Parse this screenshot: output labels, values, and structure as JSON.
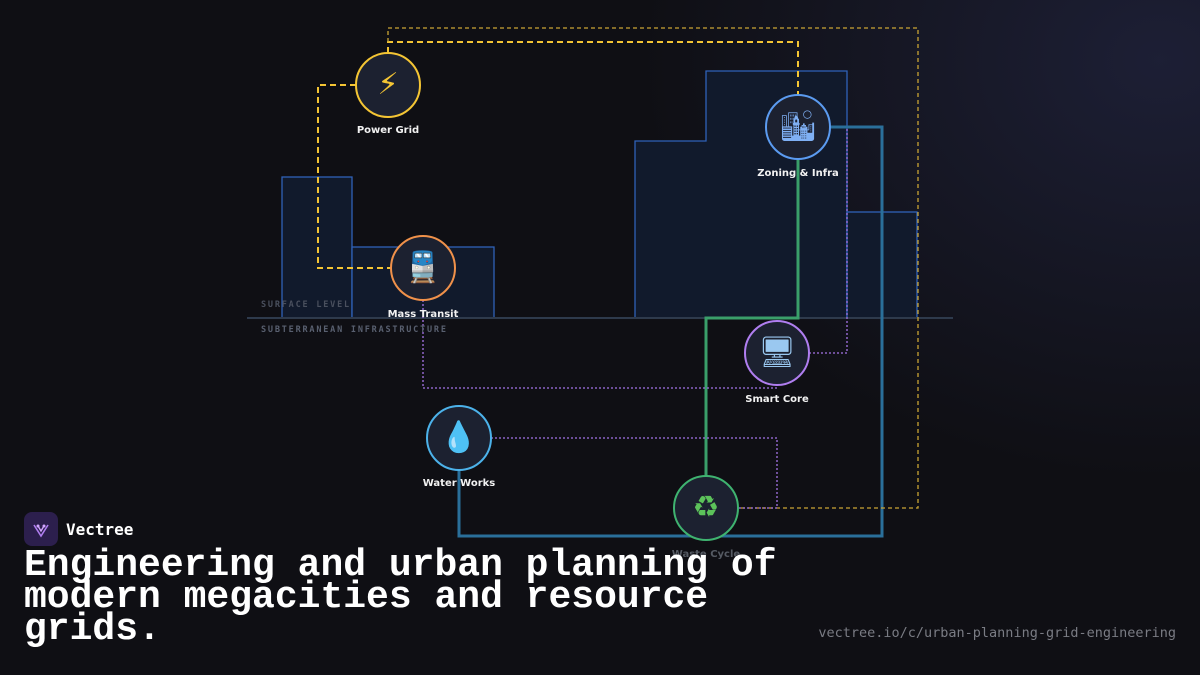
{
  "brand": {
    "name": "Vectree",
    "logo_icon": "vectree-logo-icon",
    "logo_bg": "#2c1f4d"
  },
  "headline": "Engineering and urban planning of modern megacities and resource grids.",
  "url": "vectree.io/c/urban-planning-grid-engineering",
  "diagram": {
    "surface_label": "SURFACE LEVEL",
    "subterranean_label": "SUBTERRANEAN INFRASTRUCTURE",
    "nodes": {
      "power": {
        "label": "Power Grid",
        "icon": "lightning-icon",
        "glyph": "⚡",
        "color": "#f4c534"
      },
      "zoning": {
        "label": "Zoning & Infra",
        "icon": "cityscape-icon",
        "glyph": "🏙",
        "color": "#5b9bf0"
      },
      "transit": {
        "label": "Mass Transit",
        "icon": "train-icon",
        "glyph": "🚆",
        "color": "#f0914a"
      },
      "smart": {
        "label": "Smart Core",
        "icon": "computer-icon",
        "glyph": "🖥",
        "color": "#b07ef0"
      },
      "water": {
        "label": "Water Works",
        "icon": "water-drop-icon",
        "glyph": "💧",
        "color": "#4cb2ea"
      },
      "waste": {
        "label": "Waste Cycle",
        "icon": "recycle-icon",
        "glyph": "♻",
        "color": "#3fb370"
      }
    },
    "colors": {
      "building_stroke": "#2f62b8",
      "ground_line": "#2e3a4c",
      "power_line": "#f4c534",
      "water_line": "#2a6f9a",
      "waste_line": "#3a9f6a",
      "smart_line": "#a574e6"
    }
  }
}
